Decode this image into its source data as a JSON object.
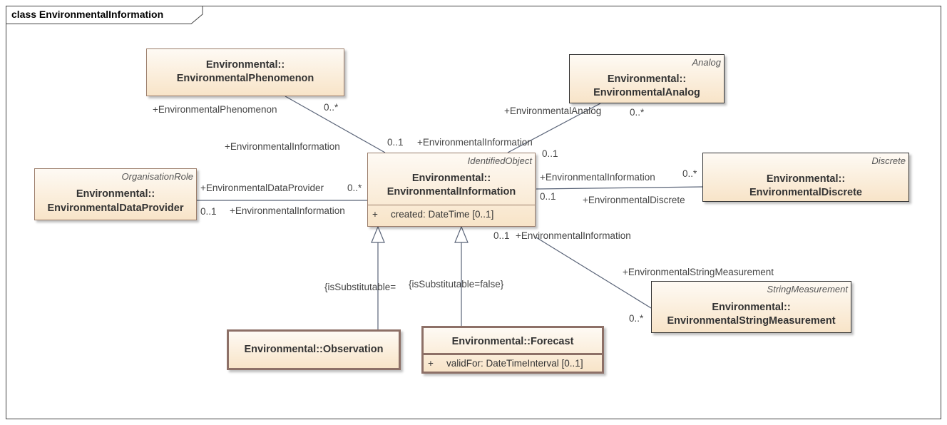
{
  "frame": {
    "title": "class EnvironmentalInformation"
  },
  "classes": {
    "phenomenon": {
      "line1": "Environmental::",
      "line2": "EnvironmentalPhenomenon"
    },
    "analog": {
      "stereotype": "Analog",
      "line1": "Environmental::",
      "line2": "EnvironmentalAnalog"
    },
    "information": {
      "stereotype": "IdentifiedObject",
      "line1": "Environmental::",
      "line2": "EnvironmentalInformation",
      "attr_visibility": "+",
      "attr_text": "created: DateTime [0..1]"
    },
    "discrete": {
      "stereotype": "Discrete",
      "line1": "Environmental::",
      "line2": "EnvironmentalDiscrete"
    },
    "provider": {
      "stereotype": "OrganisationRole",
      "line1": "Environmental::",
      "line2": "EnvironmentalDataProvider"
    },
    "string_measurement": {
      "stereotype": "StringMeasurement",
      "line1": "Environmental::",
      "line2": "EnvironmentalStringMeasurement"
    },
    "observation": {
      "name": "Environmental::Observation"
    },
    "forecast": {
      "name": "Environmental::Forecast",
      "attr_visibility": "+",
      "attr_text": "validFor: DateTimeInterval [0..1]"
    }
  },
  "labels": {
    "phenomenon_role": "+EnvironmentalPhenomenon",
    "phenomenon_mult": "0..*",
    "phenomenon_info_role": "+EnvironmentalInformation",
    "phenomenon_info_mult": "0..1",
    "analog_info_role": "+EnvironmentalInformation",
    "analog_role": "+EnvironmentalAnalog",
    "analog_mult": "0..*",
    "analog_info_mult": "0..1",
    "discrete_info_role": "+EnvironmentalInformation",
    "discrete_mult": "0..*",
    "discrete_info_mult": "0..1",
    "discrete_role": "+EnvironmentalDiscrete",
    "provider_role": "+EnvironmentalDataProvider",
    "provider_info_mult": "0..*",
    "provider_mult": "0..1",
    "provider_info_role": "+EnvironmentalInformation",
    "string_info_mult": "0..1",
    "string_info_role": "+EnvironmentalInformation",
    "string_role": "+EnvironmentalStringMeasurement",
    "string_mult": "0..*",
    "constraint_observation": "{isSubstitutable=",
    "constraint_forecast": "{isSubstitutable=false}"
  }
}
